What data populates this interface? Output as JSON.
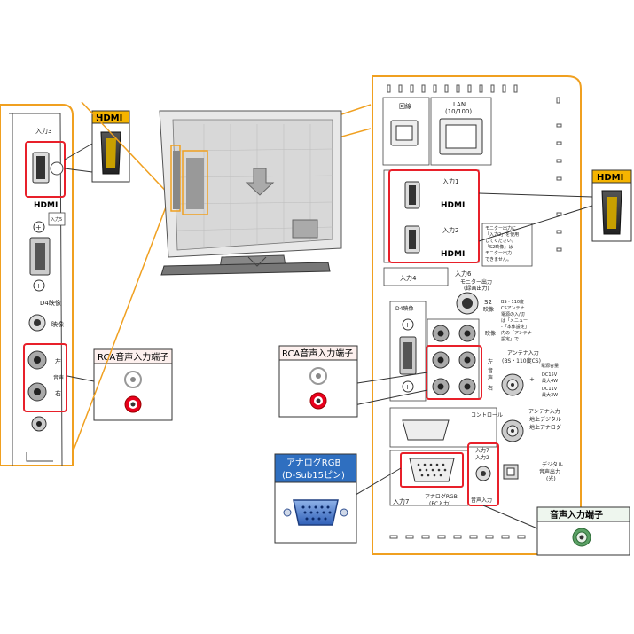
{
  "callouts": {
    "hdmi_left": "HDMI",
    "hdmi_right": "HDMI",
    "rca_left": "RCA音声入力端子",
    "rca_mid": "RCA音声入力端子",
    "analog_rgb_line1": "アナログRGB",
    "analog_rgb_line2": "(D-Sub15ピン)",
    "audio_in": "音声入力端子"
  },
  "left_panel": {
    "input3": "入力3",
    "hdmi_logo": "HDMI",
    "input5": "入力5",
    "d4": "D4映像",
    "video": "映像",
    "left": "左",
    "audio": "音声",
    "right": "右"
  },
  "right_panel": {
    "line": "回線",
    "lan": "LAN",
    "lan_speed": "(10/100)",
    "input1": "入力1",
    "input2": "入力2",
    "hdmi1": "HDMI",
    "hdmi2": "HDMI",
    "monitor_note": [
      "モニター出力に",
      "「入力2」を使用",
      "してください。",
      "「S2映像」は",
      "モニター出力",
      "できません。"
    ],
    "input4": "入力4",
    "input6": "入力6",
    "monitor_out": "モニター出力",
    "monitor_out2": "(録画出力)",
    "d4_video": "D4映像",
    "s2": "S2",
    "s2_video": "映像",
    "video": "映像",
    "left_audio_right": [
      "左",
      "音",
      "声",
      "右"
    ],
    "bs_note": [
      "BS・110度",
      "CSアンテナ",
      "電源の入/切",
      "は「メニュー",
      "-「本体設定」",
      "内の「アンテナ",
      "設定」で"
    ],
    "antenna_bs": "アンテナ入力",
    "antenna_bs2": "(BS・110度CS)",
    "power_title": "電源容量",
    "dc15": "DC15V",
    "dc15b": "最大4W",
    "dc11": "DC11V",
    "dc11b": "最大3W",
    "control": "コントロール",
    "antenna_terr": "アンテナ入力",
    "antenna_terr2": "地上デジタル",
    "antenna_terr3": "地上アナログ",
    "input7": "入力7",
    "input2b": "入力2",
    "input7_label": "入力7",
    "analog_rgb": "アナログRGB",
    "pc_input": "(PC入力)",
    "audio_input": "音声入力",
    "digital_audio": "デジタル",
    "digital_audio2": "音声出力",
    "digital_audio3": "(光)"
  },
  "colors": {
    "highlight": "#e8202a",
    "orange_frame": "#f0a020",
    "hdmi_badge": "#f5b400",
    "rca_red": "#e8001c",
    "callout_bg": "#fdf0ee",
    "blue_callout": "#2f6fc0",
    "green_callout": "#5aa064"
  }
}
